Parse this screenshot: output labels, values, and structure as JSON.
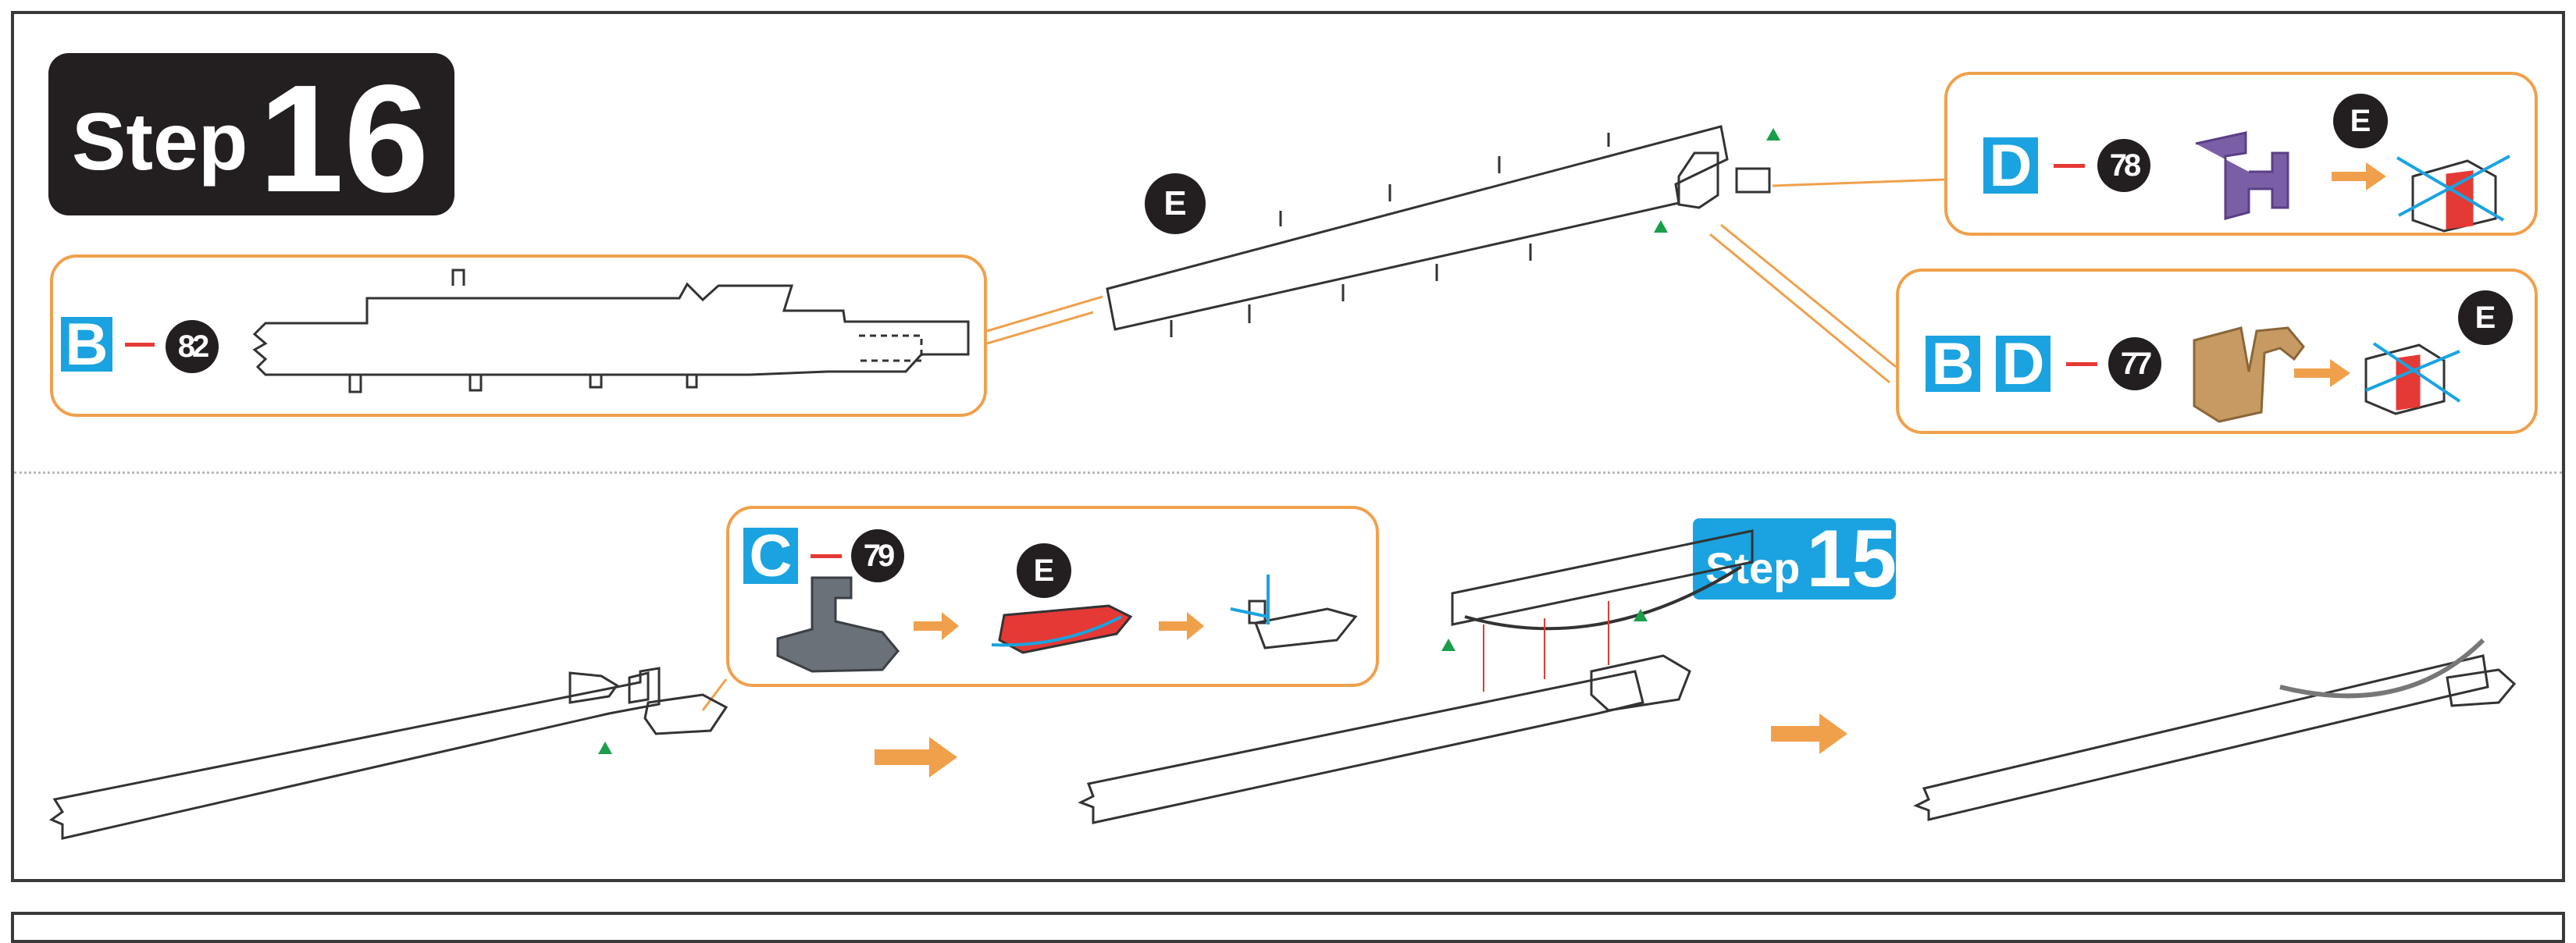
{
  "step": {
    "word": "Step",
    "number": "16"
  },
  "callouts": {
    "b82": {
      "letter": "B",
      "part": "82"
    },
    "d78": {
      "letter": "D",
      "part": "78",
      "marker": "E"
    },
    "bd77": {
      "letters": [
        "B",
        "D"
      ],
      "part": "77",
      "marker": "E"
    },
    "c79": {
      "letter": "C",
      "part": "79",
      "marker": "E"
    }
  },
  "markers": {
    "hull_top": "E"
  },
  "step_ref": {
    "word": "Step",
    "number": "15"
  },
  "colors": {
    "orange": "#f0a04b",
    "blue": "#1aa3e0",
    "black": "#231f20",
    "red": "#e53935",
    "green": "#1a9e4b",
    "purple": "#7b5fa6",
    "tan": "#c69a62"
  }
}
